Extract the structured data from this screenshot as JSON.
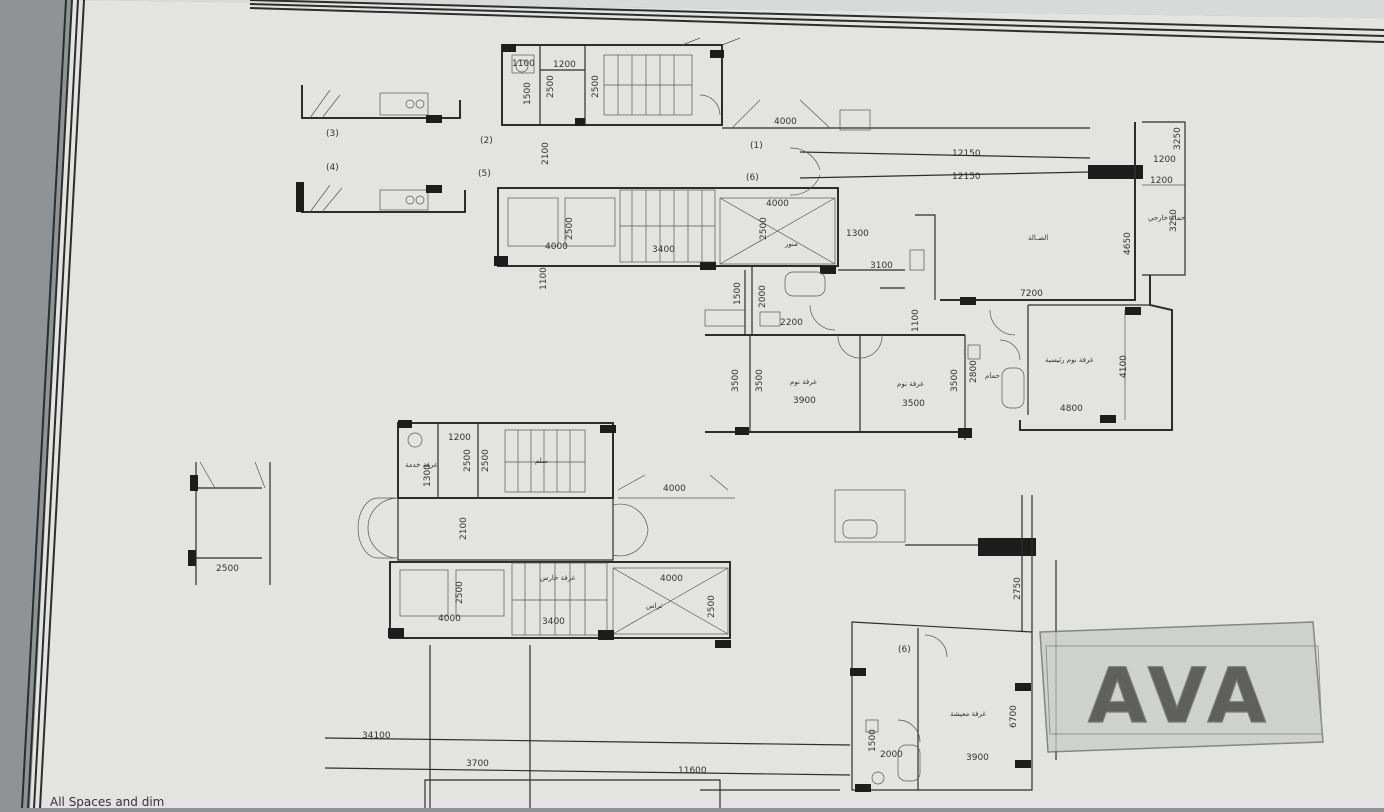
{
  "dimensions": {
    "top_core": [
      "1100",
      "1200",
      "1500",
      "2500",
      "2500",
      "2100",
      "1100"
    ],
    "top_core_lower": [
      "2500",
      "4000",
      "3400",
      "4000",
      "2500",
      "1300",
      "3100"
    ],
    "corridor": [
      "4000",
      "12150",
      "12150"
    ],
    "right_rooms": [
      "1200",
      "1200",
      "3250",
      "3250",
      "4650",
      "7200",
      "4100",
      "4800"
    ],
    "bath_block": [
      "1500",
      "2000",
      "2200",
      "1100"
    ],
    "bedrooms": [
      "3500",
      "3500",
      "3900",
      "3500",
      "2800",
      "3500"
    ],
    "lower_core": [
      "1200",
      "1300",
      "2500",
      "2500",
      "4000",
      "2100",
      "2500",
      "4000",
      "3400",
      "4000",
      "2500"
    ],
    "left_small": [
      "2500"
    ],
    "lower_right": [
      "2750",
      "2000",
      "1500",
      "6700",
      "3900"
    ],
    "bottom": [
      "34100",
      "3700",
      "11600"
    ]
  },
  "markers": [
    "(1)",
    "(2)",
    "(3)",
    "(4)",
    "(5)",
    "(6)",
    "(6)"
  ],
  "room_labels": {
    "hall": "الصـالة",
    "master": "غرفة نوم رئيسية",
    "bed1": "غرفة نوم",
    "bed2": "غرفة نوم",
    "bath": "حمام",
    "service": "غرفة خدمة",
    "bath_ext": "حمام خارجي",
    "lobby": "منور",
    "stair": "سلم",
    "maid": "غرفة معيشة",
    "terrace": "تراس",
    "guard": "غرفة حارس"
  },
  "stamp": "AVA",
  "footer_note": "All Spaces and dim"
}
